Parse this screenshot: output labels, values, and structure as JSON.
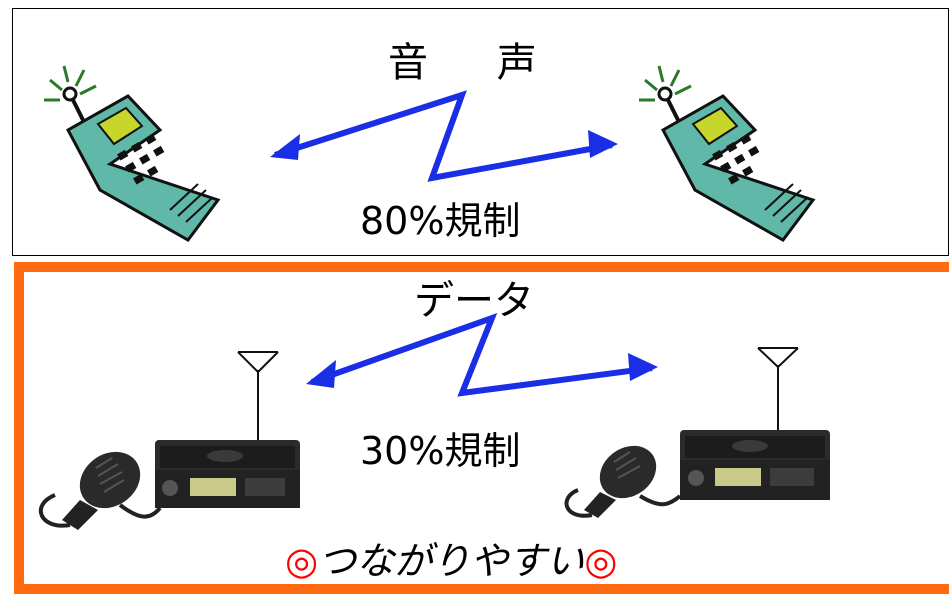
{
  "voice": {
    "title": "音 声",
    "limit": "80%規制"
  },
  "data_link": {
    "title": "データ",
    "limit": "30%規制"
  },
  "tagline": {
    "mark_left": "◎",
    "text": "つながりやすい",
    "mark_right": "◎"
  },
  "colors": {
    "arrow": "#1a2ee6",
    "frame_accent": "#ff6a13",
    "tagline_mark": "#ff0000",
    "phone_body": "#5fb8a8",
    "phone_screen": "#c7d62a"
  },
  "icons": {
    "phone": "cell-phone-icon",
    "radio": "mobile-radio-icon",
    "antenna": "antenna-icon",
    "microphone": "hand-microphone-icon"
  }
}
